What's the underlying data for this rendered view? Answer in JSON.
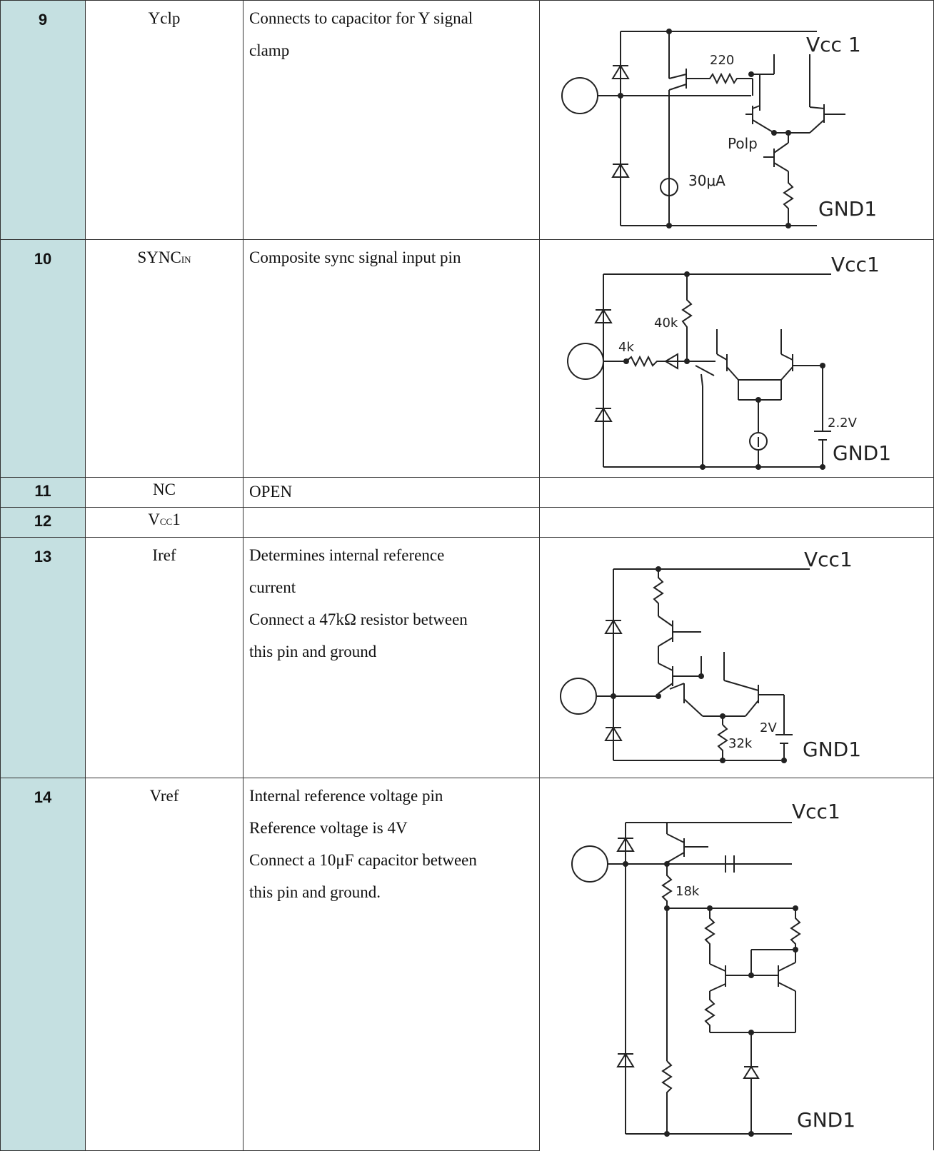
{
  "rows": [
    {
      "pin": "9",
      "name": "Yclp",
      "name_sub": "",
      "name_tail": "",
      "func": [
        "Connects to capacitor for Y signal",
        "clamp"
      ]
    },
    {
      "pin": "10",
      "name": "SYNC",
      "name_sub": "IN",
      "name_tail": "",
      "func": [
        "Composite sync signal input pin"
      ]
    },
    {
      "pin": "11",
      "name": "NC",
      "name_sub": "",
      "name_tail": "",
      "func": [
        "OPEN"
      ]
    },
    {
      "pin": "12",
      "name": "V",
      "name_sub": "CC",
      "name_tail": "1",
      "func": []
    },
    {
      "pin": "13",
      "name": "Iref",
      "name_sub": "",
      "name_tail": "",
      "func": [
        "Determines internal reference",
        "current",
        "Connect a 47kΩ resistor between",
        "this pin and ground"
      ]
    },
    {
      "pin": "14",
      "name": "Vref",
      "name_sub": "",
      "name_tail": "",
      "func": [
        "Internal reference voltage pin",
        "Reference voltage is 4V",
        "Connect a 10μF capacitor between",
        "this pin and ground."
      ]
    }
  ],
  "circuits": {
    "c9": {
      "vcc": "Vcc 1",
      "gnd": "GND1",
      "r1": "220",
      "polp": "Polp",
      "current": "30μA"
    },
    "c10": {
      "vcc": "Vcc1",
      "gnd": "GND1",
      "r1": "40k",
      "r2": "4k",
      "volt": "2.2V"
    },
    "c13": {
      "vcc": "Vcc1",
      "gnd": "GND1",
      "r1": "32k",
      "volt": "2V"
    },
    "c14": {
      "vcc": "Vcc1",
      "gnd": "GND1",
      "r1": "18k"
    }
  },
  "colors": {
    "pin_column": "#c5e0e1",
    "border": "#333333"
  }
}
